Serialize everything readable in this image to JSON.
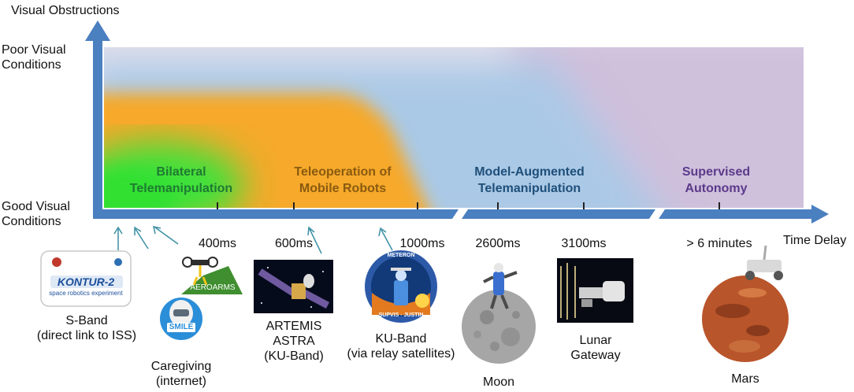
{
  "axes": {
    "y_title": "Visual Obstructions",
    "y_top": "Poor Visual Conditions",
    "y_bottom": "Good Visual Conditions",
    "x_title": "Time Delay"
  },
  "zones": [
    {
      "line1": "Bilateral",
      "line2": "Telemanipulation",
      "color": "#1f7a32"
    },
    {
      "line1": "Teleoperation of",
      "line2": "Mobile Robots",
      "color": "#8a5a10"
    },
    {
      "line1": "Model-Augmented",
      "line2": "Telemanipulation",
      "color": "#1f4f7a"
    },
    {
      "line1": "Supervised",
      "line2": "Autonomy",
      "color": "#5b3a8a"
    }
  ],
  "ticks": [
    "400ms",
    "600ms",
    "1000ms",
    "2600ms",
    "3100ms",
    "> 6 minutes"
  ],
  "examples": {
    "kontur": {
      "logo_title": "KONTUR-2",
      "logo_sub": "space robotics experiment",
      "line1": "S-Band",
      "line2": "(direct link to ISS)"
    },
    "smile": {
      "logo": "SMILE",
      "line1": "Caregiving",
      "line2": "(internet)"
    },
    "aeroarms": {
      "logo": "AEROARMS"
    },
    "artemis": {
      "line1": "ARTEMIS",
      "line2": "ASTRA",
      "line3": "(KU-Band)"
    },
    "meteron": {
      "logo_top": "METERON",
      "logo_bottom": "SUPVIS - JUSTIN",
      "line1": "KU-Band",
      "line2": "(via relay satellites)"
    },
    "moon": {
      "label": "Moon"
    },
    "gateway": {
      "line1": "Lunar",
      "line2": "Gateway"
    },
    "mars": {
      "label": "Mars"
    }
  },
  "colors": {
    "axis": "#4a7fc0",
    "green": "#33dd33",
    "orange": "#f5a623",
    "blue": "#a9c8e4",
    "purple": "#cdb9d9"
  }
}
